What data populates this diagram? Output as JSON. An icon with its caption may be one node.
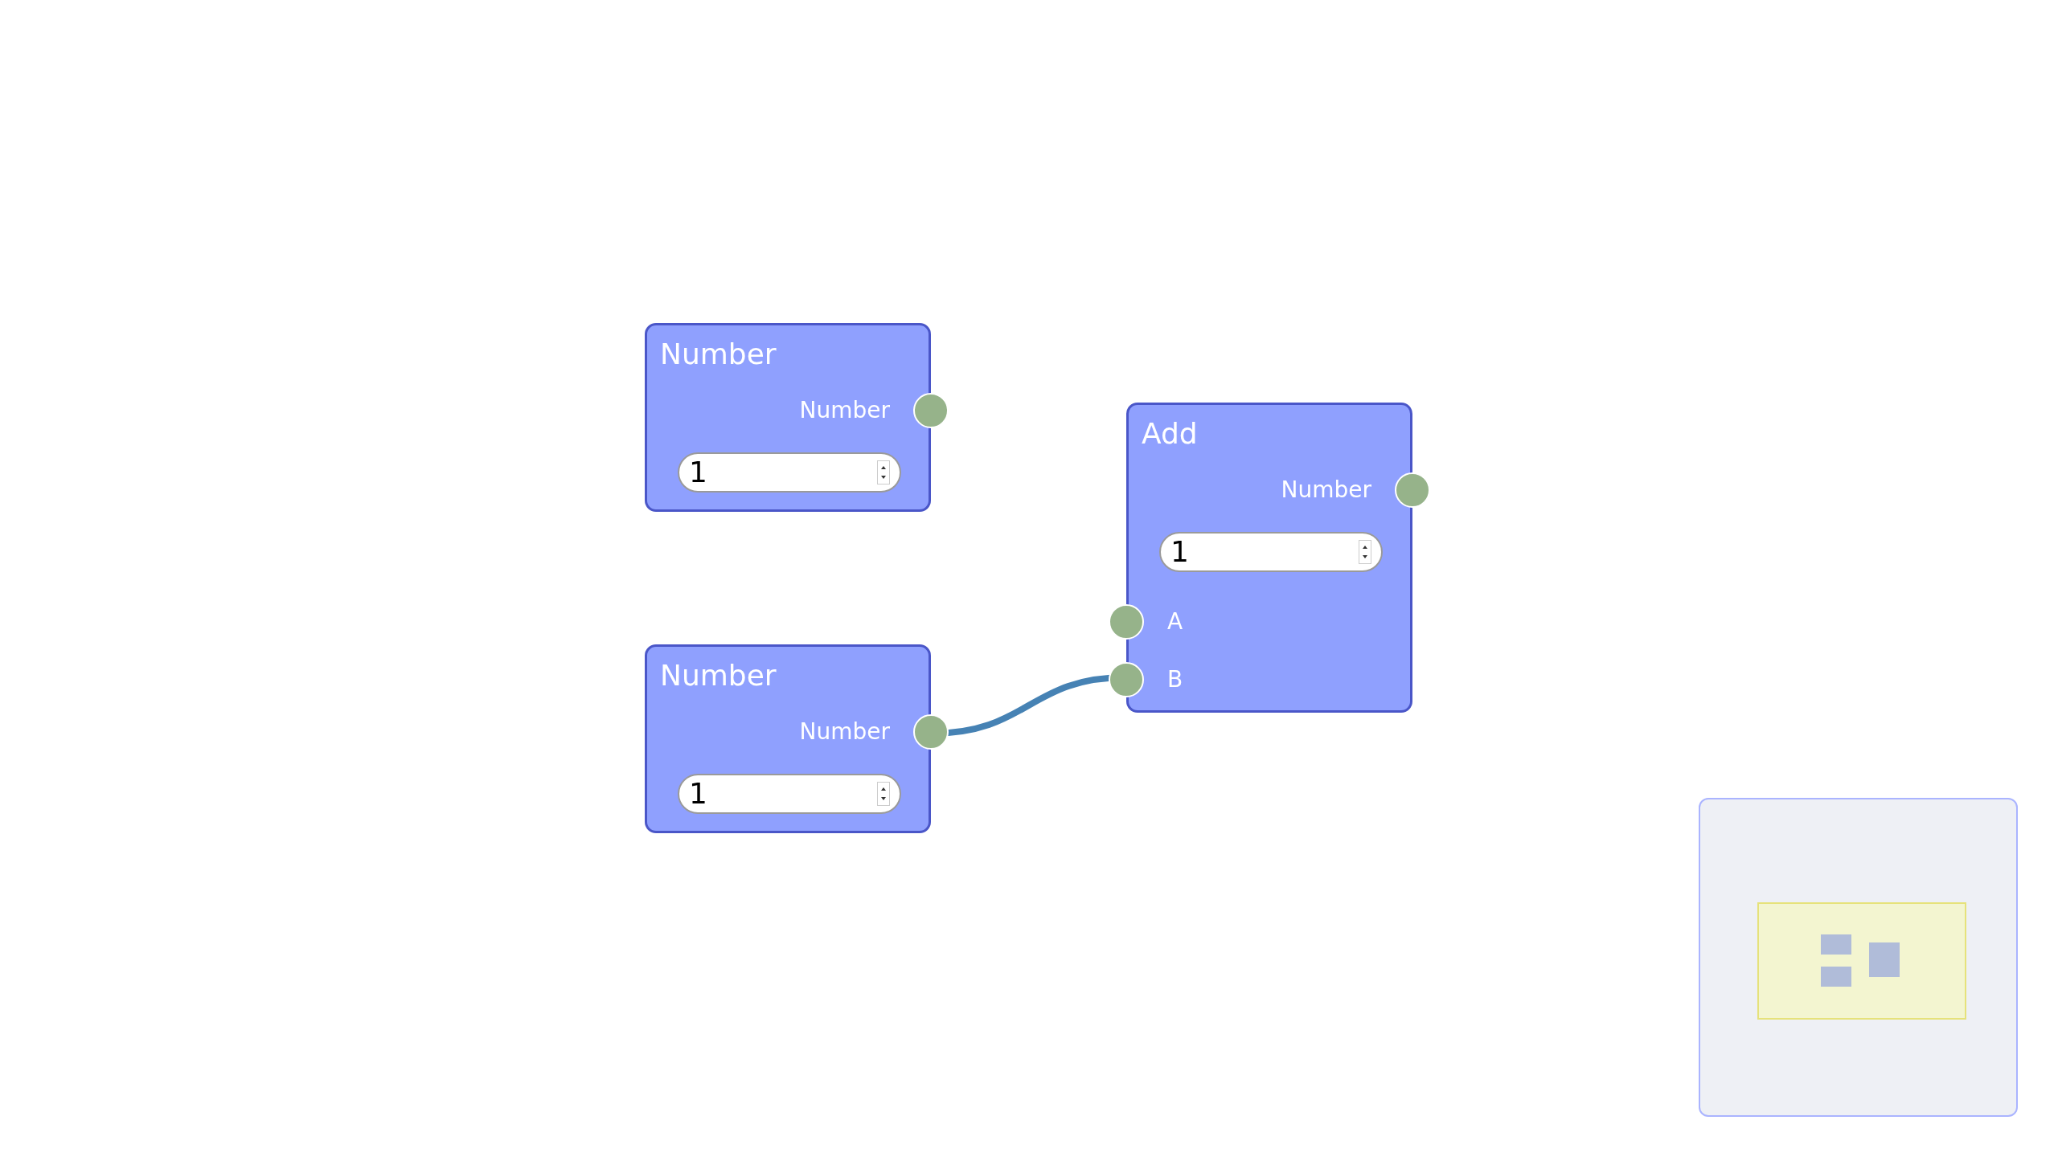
{
  "diagram": {
    "nodes": [
      {
        "text": [
          "Number",
          "Number",
          "1"
        ]
      },
      {
        "text": [
          "Number",
          "Number",
          "1"
        ]
      },
      {
        "text": [
          "Add",
          "Number",
          "1",
          "A",
          "B"
        ]
      }
    ],
    "edges": [
      {
        "from": 1,
        "to": 2,
        "arrow": "none"
      }
    ]
  }
}
